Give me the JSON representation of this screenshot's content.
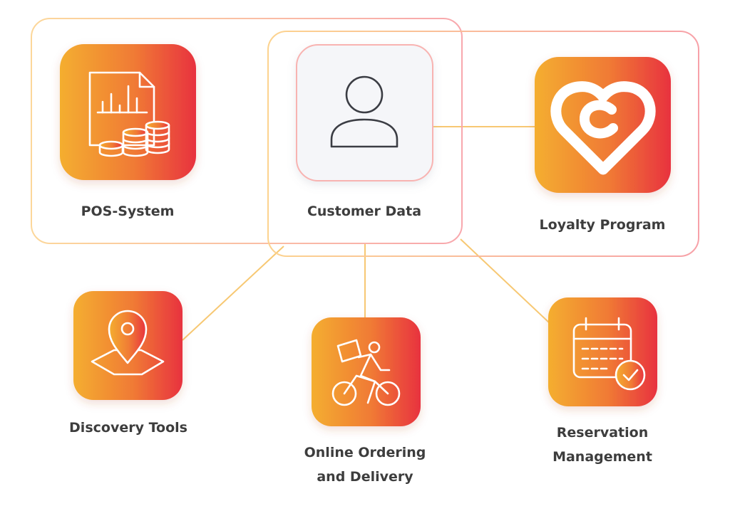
{
  "nodes": {
    "pos_system": {
      "label": "POS-System",
      "icon": "receipt-chart-coins-icon"
    },
    "customer_data": {
      "label": "Customer Data",
      "icon": "user-icon"
    },
    "loyalty_program": {
      "label": "Loyalty Program",
      "icon": "heart-c-logo-icon"
    },
    "discovery_tools": {
      "label": "Discovery Tools",
      "icon": "map-pin-icon"
    },
    "online_ordering": {
      "label_line1": "Online Ordering",
      "label_line2": "and Delivery",
      "icon": "delivery-bike-icon"
    },
    "reservation": {
      "label_line1": "Reservation",
      "label_line2": "Management",
      "icon": "calendar-check-icon"
    }
  },
  "colors": {
    "gradient_start": "#f4ad2f",
    "gradient_end": "#e8323f",
    "connector": "#f7c873",
    "frame_left": "#fbb6b4",
    "frame_right": "#f7a9ad",
    "customer_tile_bg": "#f5f6f9",
    "label_text": "#3d3d3d"
  }
}
